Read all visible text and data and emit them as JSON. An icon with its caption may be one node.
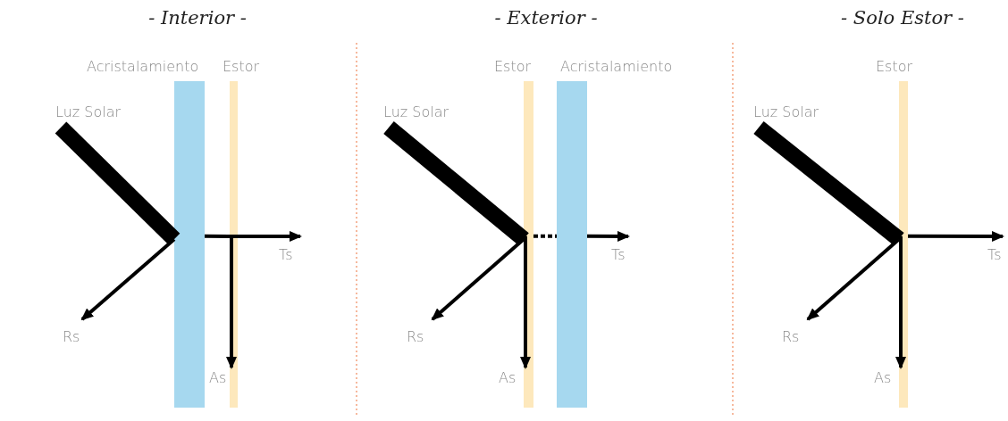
{
  "diagram": {
    "nodes": [
      {
        "text": [
          "Luz Solar"
        ]
      },
      {
        "text": [
          "Acristalamiento"
        ]
      },
      {
        "text": [
          "Estor"
        ]
      },
      {
        "text": [
          "Ts"
        ]
      },
      {
        "text": [
          "Rs"
        ]
      },
      {
        "text": [
          "As"
        ]
      },
      {
        "text": [
          "Luz Solar"
        ]
      },
      {
        "text": [
          "Estor"
        ]
      },
      {
        "text": [
          "Acristalamiento"
        ]
      },
      {
        "text": [
          "Ts"
        ]
      },
      {
        "text": [
          "Rs"
        ]
      },
      {
        "text": [
          "As"
        ]
      },
      {
        "text": [
          "Luz Solar"
        ]
      },
      {
        "text": [
          "Estor"
        ]
      },
      {
        "text": [
          "Ts"
        ]
      },
      {
        "text": [
          "Rs"
        ]
      },
      {
        "text": [
          "As"
        ]
      }
    ],
    "edges": [
      {
        "from": 0,
        "to": 1,
        "arrow": "none",
        "style": "thick"
      },
      {
        "from": 1,
        "to": 4,
        "arrow": "to"
      },
      {
        "from": 1,
        "to": 3,
        "arrow": "to"
      },
      {
        "from": 2,
        "to": 5,
        "arrow": "to"
      },
      {
        "from": 6,
        "to": 7,
        "arrow": "none",
        "style": "thick"
      },
      {
        "from": 7,
        "to": 10,
        "arrow": "to"
      },
      {
        "from": 7,
        "to": 8,
        "arrow": "none",
        "style": "dashed"
      },
      {
        "from": 8,
        "to": 9,
        "arrow": "to"
      },
      {
        "from": 7,
        "to": 11,
        "arrow": "to"
      },
      {
        "from": 12,
        "to": 13,
        "arrow": "none",
        "style": "thick"
      },
      {
        "from": 13,
        "to": 15,
        "arrow": "to"
      },
      {
        "from": 13,
        "to": 14,
        "arrow": "to"
      },
      {
        "from": 13,
        "to": 16,
        "arrow": "to"
      }
    ],
    "labels": [
      "- Interior -",
      "- Exterior -",
      "- Solo Estor -"
    ]
  }
}
